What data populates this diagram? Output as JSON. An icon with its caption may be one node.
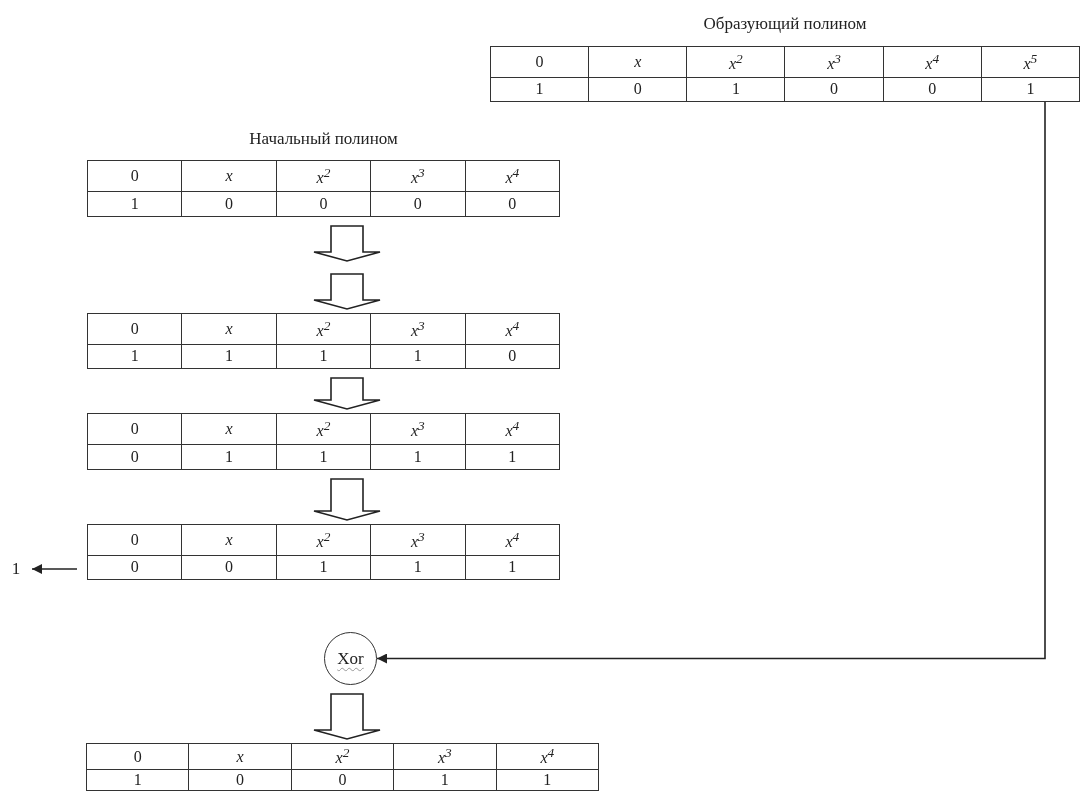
{
  "diagram": {
    "nodes": [
      {
        "text": [
          "Образующий полином",
          "0",
          "x",
          "x$^{2}$",
          "x$^{3}$",
          "x$^{4}$",
          "x$^{5}$",
          "1",
          "0",
          "1",
          "0",
          "0",
          "1"
        ]
      },
      {
        "text": [
          "Начальный полином",
          "0",
          "x",
          "x$^{2}$",
          "x$^{3}$",
          "x$^{4}$",
          "1",
          "0",
          "0",
          "0",
          "0"
        ]
      },
      {
        "text": [
          "0",
          "x",
          "x$^{2}$",
          "x$^{3}$",
          "x$^{4}$",
          "1",
          "1",
          "1",
          "1",
          "0"
        ]
      },
      {
        "text": [
          "0",
          "x",
          "x$^{2}$",
          "x$^{3}$",
          "x$^{4}$",
          "0",
          "1",
          "1",
          "1",
          "1"
        ]
      },
      {
        "text": [
          "0",
          "x",
          "x$^{2}$",
          "x$^{3}$",
          "x$^{4}$",
          "0",
          "0",
          "1",
          "1",
          "1"
        ]
      },
      {
        "text": [
          "1"
        ]
      },
      {
        "text": [
          "Xor"
        ]
      },
      {
        "text": [
          "0",
          "x",
          "x$^{2}$",
          "x$^{3}$",
          "x$^{4}$",
          "1",
          "0",
          "0",
          "1",
          "1"
        ]
      }
    ],
    "edges": [
      {
        "from": 1,
        "to": 2,
        "arrow": "to",
        "style": "thick"
      },
      {
        "from": 1,
        "to": 2,
        "arrow": "to",
        "style": "thick"
      },
      {
        "from": 2,
        "to": 3,
        "arrow": "to",
        "style": "thick"
      },
      {
        "from": 3,
        "to": 4,
        "arrow": "to",
        "style": "thick"
      },
      {
        "from": 4,
        "to": 5,
        "arrow": "to"
      },
      {
        "from": 0,
        "to": 6,
        "arrow": "to"
      },
      {
        "from": 6,
        "to": 7,
        "arrow": "to",
        "style": "thick"
      }
    ]
  }
}
